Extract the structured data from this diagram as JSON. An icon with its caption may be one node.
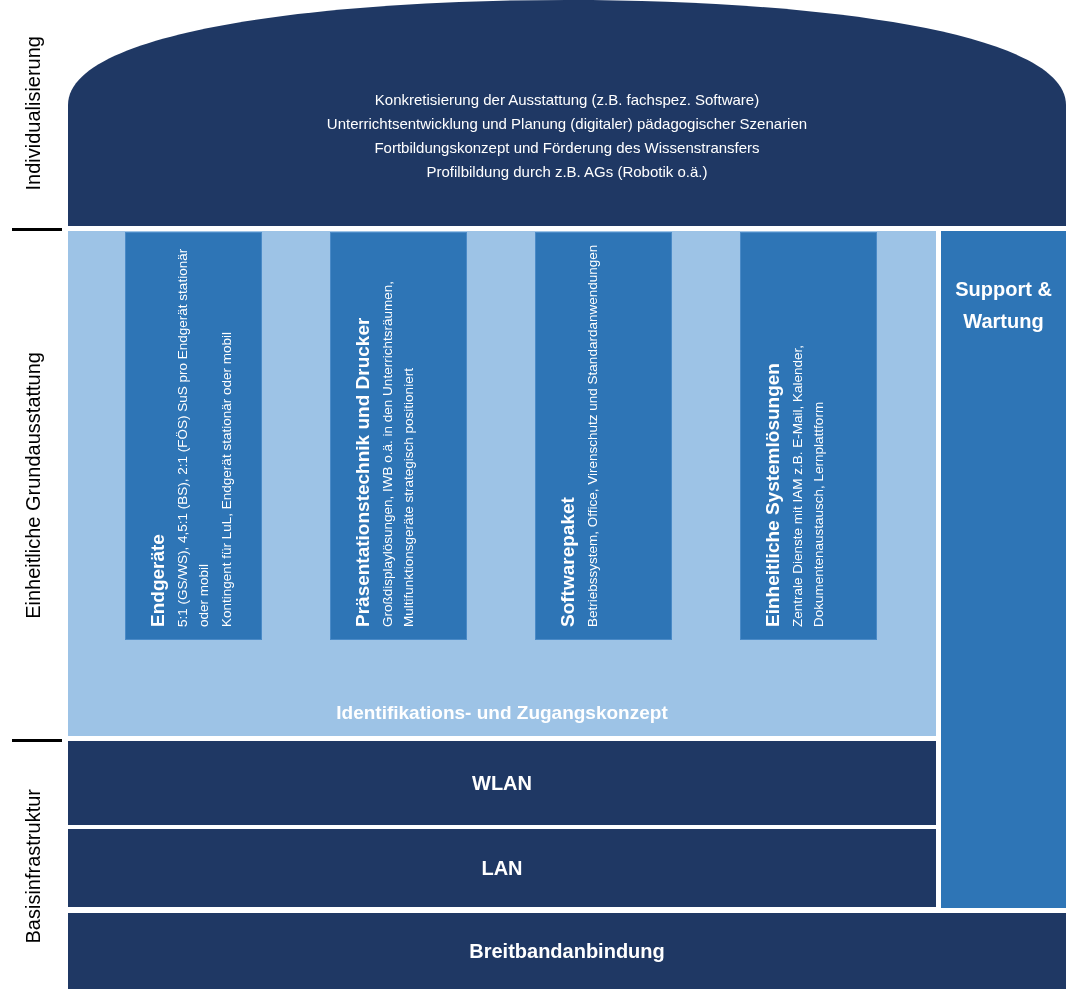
{
  "diagram": {
    "nodes": [
      {
        "text": [
          "Konkretisierung der Ausstattung (z.B. fachspez. Software)",
          "Unterrichtsentwicklung und Planung (digitaler) pädagogischer Szenarien",
          "Fortbildungskonzept und Förderung des Wissenstransfers",
          "Profilbildung durch z.B. AGs (Robotik o.ä.)"
        ]
      },
      {
        "text": [
          "Identifikations- und Zugangskonzept"
        ]
      },
      {
        "text": [
          "Endgeräte",
          "5:1 (GS/WS), 4,5:1 (BS), 2:1 (FÖS) SuS pro Endgerät stationär oder mobil",
          "Kontingent für LuL, Endgerät stationär oder mobil"
        ],
        "in": 1
      },
      {
        "text": [
          "Präsentationstechnik und Drucker",
          "Großdisplaylösungen, IWB o.ä. in den Unterrichtsräumen, Multifunktionsgeräte strategisch positioniert"
        ],
        "in": 1
      },
      {
        "text": [
          "Softwarepaket",
          "Betriebssystem, Office, Virenschutz und Standardanwendungen"
        ],
        "in": 1
      },
      {
        "text": [
          "Einheitliche Systemlösungen",
          "Zentrale Dienste mit IAM z.B. E-Mail, Kalender, Dokumentenaustausch, Lernplattform"
        ],
        "in": 1
      },
      {
        "text": [
          "Support & Wartung"
        ]
      },
      {
        "text": [
          "WLAN"
        ]
      },
      {
        "text": [
          "LAN"
        ]
      },
      {
        "text": [
          "Breitbandanbindung"
        ]
      }
    ],
    "labels": [
      "Individualisierung",
      "Einheitliche Grundausstattung",
      "Basisinfrastruktur"
    ]
  }
}
